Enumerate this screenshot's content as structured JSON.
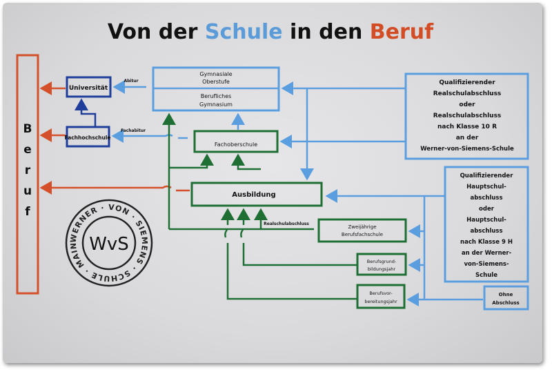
{
  "title": {
    "part1": "Von der ",
    "part2": "Schule",
    "part3": " in den ",
    "part4": "Beruf"
  },
  "colors": {
    "blue": "#5a9ee0",
    "navy": "#1f3d9a",
    "green": "#1f6e34",
    "orange": "#d4502a",
    "title_blue": "#5b9bd8",
    "title_orange": "#d24d26"
  },
  "beruf_column": [
    "B",
    "e",
    "r",
    "u",
    "f"
  ],
  "boxes": {
    "universitaet": "Universität",
    "fachhochschule": "Fachhochschule",
    "gymnasium_top": [
      "Gymnasiale",
      "Oberstufe"
    ],
    "gymnasium_bottom": [
      "Berufliches",
      "Gymnasium"
    ],
    "fachoberschule": "Fachoberschule",
    "ausbildung": "Ausbildung",
    "zweijaehrige": [
      "Zweijährige",
      "Berufsfachschule"
    ],
    "berufsgrund": [
      "Berufsgrund-",
      "bildungsjahr"
    ],
    "berufsvor": [
      "Berufsvor-",
      "bereitungsjahr"
    ],
    "realschule": [
      "Qualifizierender",
      "Realschulabschluss",
      "oder",
      "Realschulabschluss",
      "nach Klasse 10 R",
      "an der",
      "Werner-von-Siemens-Schule"
    ],
    "hauptschule": [
      "Qualifizierender",
      "Hauptschul-",
      "abschluss",
      "oder",
      "Hauptschul-",
      "abschluss",
      "nach Klasse 9 H",
      "an der Werner-",
      "von-Siemens-",
      "Schule"
    ],
    "ohne": [
      "Ohne",
      "Abschluss"
    ]
  },
  "labels": {
    "abitur": "Abitur",
    "fachabitur": "Fachabitur",
    "realschulabschluss": "Realschulabschluss"
  },
  "seal": {
    "ring_text": "WERNER · VON · SIEMENS · SCHULE · MAINTAL ·",
    "monogram": "WvS"
  }
}
